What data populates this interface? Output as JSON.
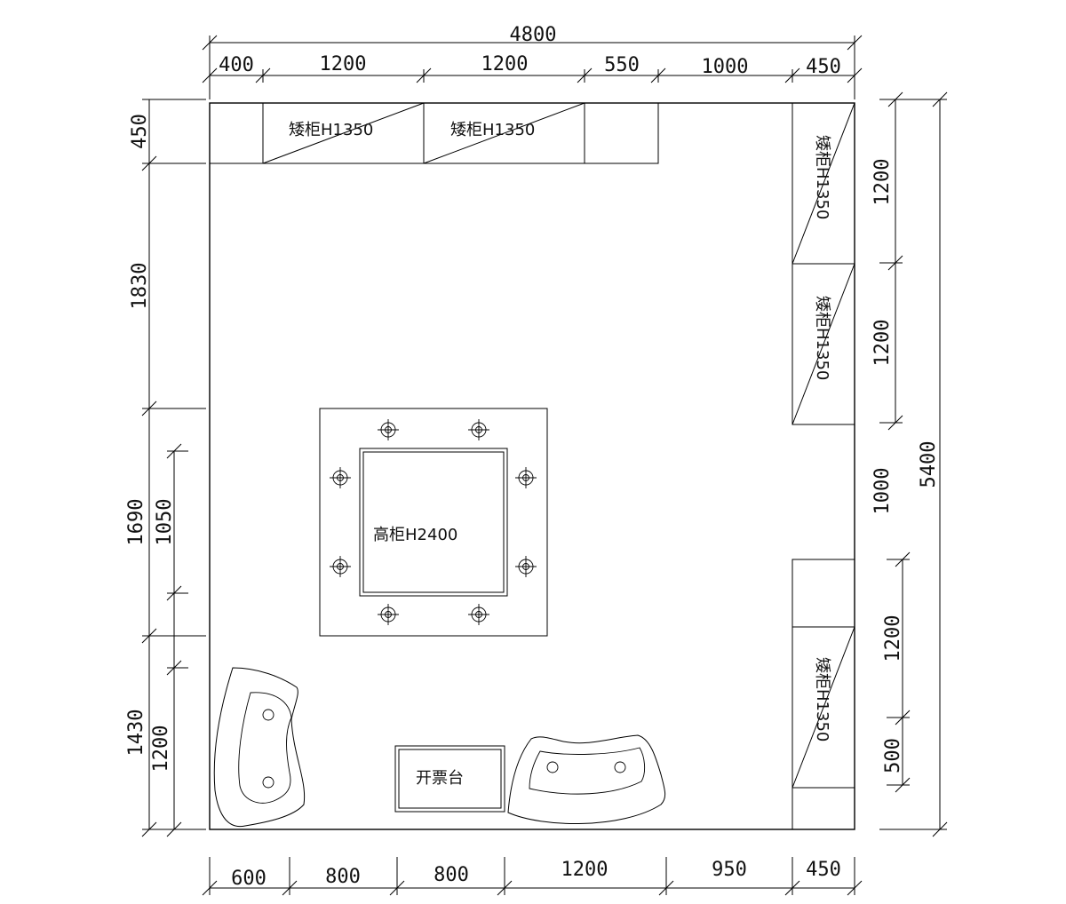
{
  "dimensions": {
    "top_total": "4800",
    "top_segments": [
      "400",
      "1200",
      "1200",
      "550",
      "1000",
      "450"
    ],
    "bottom_segments": [
      "600",
      "800",
      "800",
      "1200",
      "950",
      "450"
    ],
    "left_outer": [
      "450",
      "1830",
      "1690",
      "1430"
    ],
    "left_inner": [
      "1050",
      "1200"
    ],
    "right_inner": [
      "1200",
      "1200",
      "1000",
      "1200",
      "500"
    ],
    "right_total": "5400"
  },
  "furniture": {
    "low_cabinet_top_1": "矮柜H1350",
    "low_cabinet_top_2": "矮柜H1350",
    "low_cabinet_right_1": "矮柜H1350",
    "low_cabinet_right_2": "矮柜H1350",
    "low_cabinet_right_3": "矮柜H1350",
    "tall_cabinet": "高柜H2400",
    "ticket_desk": "开票台"
  }
}
